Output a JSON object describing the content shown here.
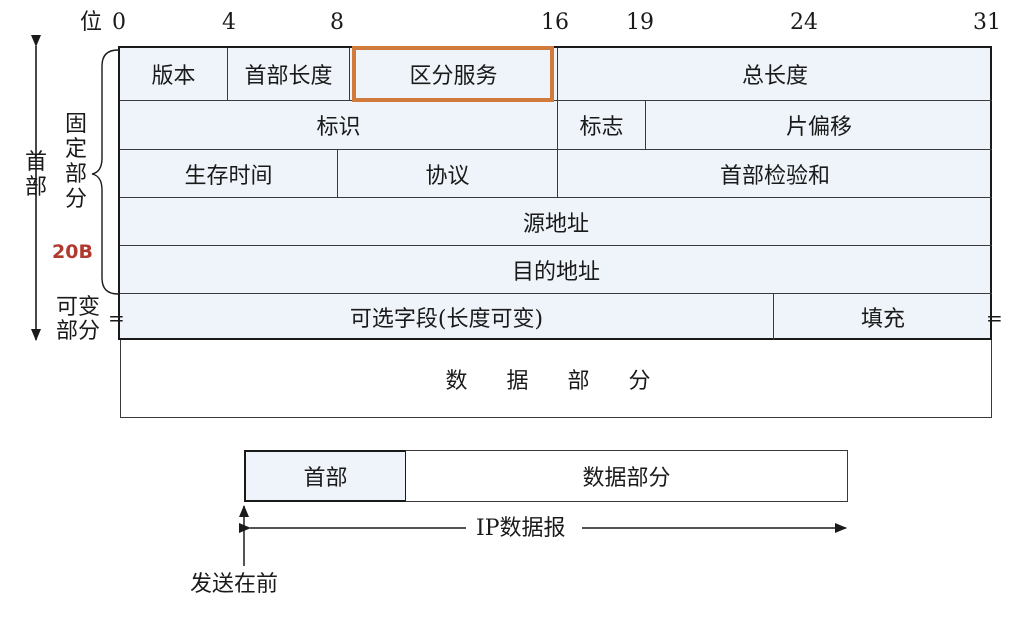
{
  "bit_label": "位",
  "bits": [
    "0",
    "4",
    "8",
    "16",
    "19",
    "24",
    "31"
  ],
  "header": {
    "version": "版本",
    "header_length": "首部长度",
    "dsfield": "区分服务",
    "total_length": "总长度",
    "identification": "标识",
    "flags": "标志",
    "fragment_offset": "片偏移",
    "ttl": "生存时间",
    "protocol": "协议",
    "checksum": "首部检验和",
    "src": "源地址",
    "dst": "目的地址",
    "options": "可选字段(长度可变)",
    "padding": "填充",
    "data": "数 据 部 分"
  },
  "side": {
    "header": "首部",
    "fixed": "固定部分",
    "size": "20B",
    "variable": "可变部分",
    "eq_left": "=",
    "eq_right": "="
  },
  "packet": {
    "head": "首部",
    "data": "数据部分",
    "label": "IP数据报",
    "send_first": "发送在前"
  },
  "colors": {
    "header_fill": "#eef4f9",
    "highlight": "#d07a3c",
    "size_label": "#b03a2e"
  }
}
